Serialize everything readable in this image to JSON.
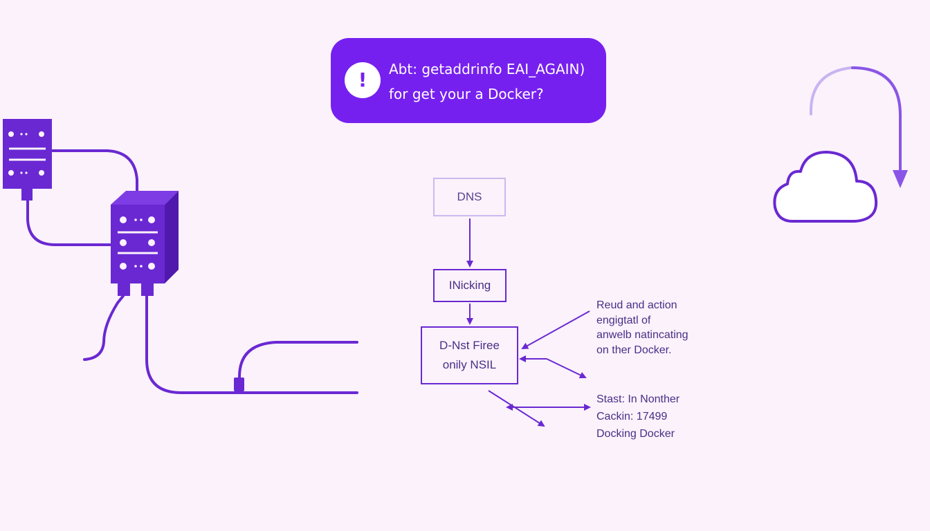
{
  "error_banner": {
    "icon": "exclamation-icon",
    "line1": "Abt: getaddrinfo EAI_AGAIN)",
    "line2": "for get your a Docker?"
  },
  "flow": {
    "dns_label": "DNS",
    "nicking_label": "INicking",
    "final_line1": "D-Nst Firee",
    "final_line2": "onily  NSIL"
  },
  "notes": {
    "first": [
      "Reud and action",
      "engigtatl of",
      "anwelb natincating",
      "on ther Docker."
    ],
    "second": [
      "Stast: In Nonther",
      "Cackin: 17499",
      "Docking Docker"
    ]
  },
  "icons": [
    "server-icon",
    "server-icon",
    "cloud-icon",
    "curved-arrow-icon"
  ],
  "colors": {
    "background": "#fbf2fb",
    "accent": "#7620ef",
    "line": "#6a28d2",
    "text": "#4a2d86"
  }
}
